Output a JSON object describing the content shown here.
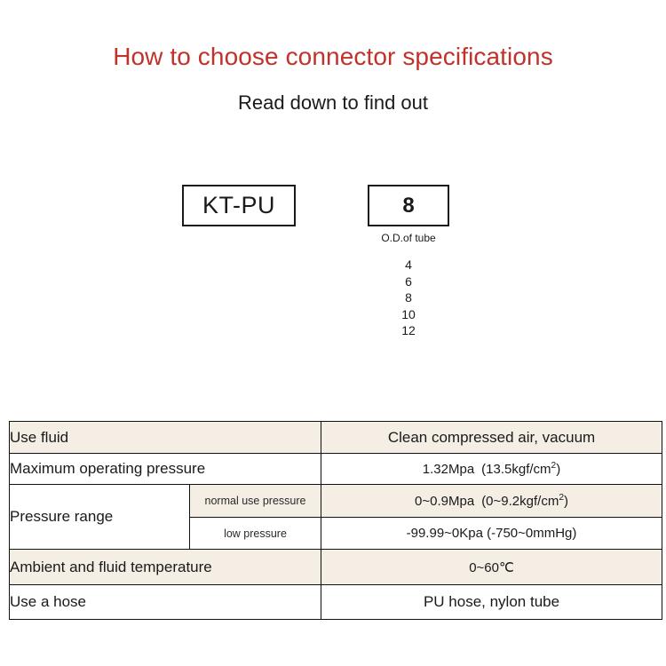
{
  "header": {
    "title": "How to choose connector specifications",
    "subtitle": "Read down to find out",
    "title_color": "#c0322a"
  },
  "selector": {
    "series_box": {
      "value": "KT-PU"
    },
    "size_box": {
      "value": "8",
      "caption": "O.D.of tube",
      "options": [
        "4",
        "6",
        "8",
        "10",
        "12"
      ]
    }
  },
  "spec_table": {
    "tint_color": "#f5eee5",
    "rows": [
      {
        "label": "Use fluid",
        "value": "Clean compressed air, vacuum"
      },
      {
        "label": "Maximum operating pressure",
        "value_main": "1.32Mpa",
        "value_paren_open": "(13.5kgf/cm",
        "value_sup": "2",
        "value_paren_close": ")"
      },
      {
        "label": "Pressure range",
        "sub_label_1": "normal use pressure",
        "value1_main": "0~0.9Mpa",
        "value1_paren_open": "(0~9.2kgf/cm",
        "value1_sup": "2",
        "value1_paren_close": ")",
        "sub_label_2": "low pressure",
        "value2": "-99.99~0Kpa  (-750~0mmHg)"
      },
      {
        "label": "Ambient and fluid temperature",
        "value": "0~60℃"
      },
      {
        "label": "Use a hose",
        "value": "PU hose, nylon tube"
      }
    ]
  }
}
